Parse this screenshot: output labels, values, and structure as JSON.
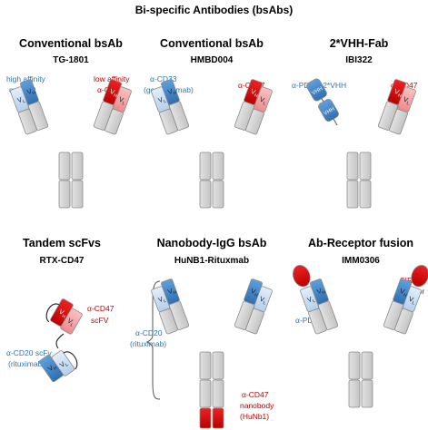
{
  "title": "Bi-specific Antibodies (bsAbs)",
  "colors": {
    "blue_dark": "#3a7fc4",
    "blue_light": "#c5dbf0",
    "red_dark": "#d00000",
    "red_light": "#f2a0a0",
    "grey": "#d0d0d0",
    "blue_text": "#2e75b6",
    "red_text": "#c00000"
  },
  "domain_labels": {
    "vl": "V",
    "vl_sub": "L",
    "vh": "V",
    "vh_sub": "H",
    "vhh": "VHH"
  },
  "panels": [
    {
      "id": "p1",
      "title": "Conventional bsAb",
      "name": "TG-1801",
      "labels": {
        "left_1": "high affinity",
        "left_2": "α-CD19",
        "right_1": "low affinity",
        "right_2": "α-CD47"
      }
    },
    {
      "id": "p2",
      "title": "Conventional bsAb",
      "name": "HMBD004",
      "labels": {
        "left_1": "α-CD33",
        "left_2": "(gemtuzumab)",
        "right_1": "α-CD47"
      }
    },
    {
      "id": "p3",
      "title": "2*VHH-Fab",
      "name": "IBI322",
      "labels": {
        "left_1": "α-PD-L1 2*VHH",
        "right_1": "α-CD47"
      }
    },
    {
      "id": "p4",
      "title": "Tandem scFvs",
      "name": "RTX-CD47",
      "labels": {
        "right_1": "α-CD47",
        "right_2": "scFV",
        "left_1": "α-CD20 scFv",
        "left_2": "(rituximab)"
      }
    },
    {
      "id": "p5",
      "title": "Nanobody-IgG bsAb",
      "name": "HuNB1-Rituxmab",
      "labels": {
        "left_1": "α-CD20",
        "left_2": "(rituximab)",
        "bottom_1": "α-CD47",
        "bottom_2": "nanobody",
        "bottom_3": "(HuNb1)"
      }
    },
    {
      "id": "p6",
      "title": "Ab-Receptor fusion",
      "name": "IMM0306",
      "labels": {
        "left_1": "α-PD-L1",
        "right_1": "SIRPα",
        "right_2": "receptor"
      }
    }
  ]
}
